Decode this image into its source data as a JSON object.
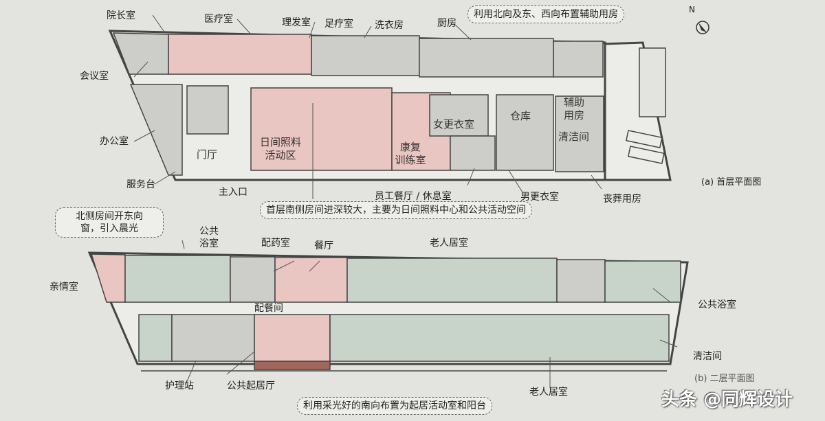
{
  "floor1": {
    "caption": "(a) 首层平面图",
    "labels": {
      "dean_office": "院长室",
      "clinic": "医疗室",
      "barber": "理发室",
      "foot_care": "足疗室",
      "laundry": "洗衣房",
      "kitchen": "厨房",
      "meeting": "会议室",
      "office": "办公室",
      "service_desk": "服务台",
      "lobby": "门厅",
      "main_entrance": "主入口",
      "day_care_1": "日间照料",
      "day_care_2": "活动区",
      "rehab_1": "康复",
      "rehab_2": "训练室",
      "female_locker": "女更衣室",
      "storage": "仓库",
      "aux_1": "辅助",
      "aux_2": "用房",
      "cleaning": "清洁间",
      "staff_dining": "员工餐厅 / 休息室",
      "male_locker": "男更衣室",
      "funeral": "丧葬用房"
    },
    "callout_top": "利用北向及东、西向布置辅助用房",
    "callout_bottom": "首层南侧房间进深较大，主要为日间照料中心和公共活动空间"
  },
  "floor2": {
    "caption": "(b) 二层平面图",
    "labels": {
      "family_room": "亲情室",
      "public_bath_1": "公共",
      "public_bath_2": "浴室",
      "pharmacy": "配药室",
      "dining": "餐厅",
      "elder_room_top": "老人居室",
      "serving": "配餐间",
      "public_bath_right": "公共浴室",
      "cleaning": "清洁间",
      "nurse_station": "护理站",
      "living_hall": "公共起居厅",
      "elder_room_bottom": "老人居室"
    },
    "callout_left_1": "北侧房间开东向",
    "callout_left_2": "窗，引入晨光",
    "callout_bottom": "利用采光好的南向布置为起居活动室和阳台"
  },
  "north_label": "N",
  "watermark": "头条 @同辉设计",
  "colors": {
    "background": "#e3e3e0",
    "service_room": "#cdcdc9",
    "public_room": "#e9c6c1",
    "residential_room": "#c8d3ca",
    "corridor": "#ecece9"
  }
}
